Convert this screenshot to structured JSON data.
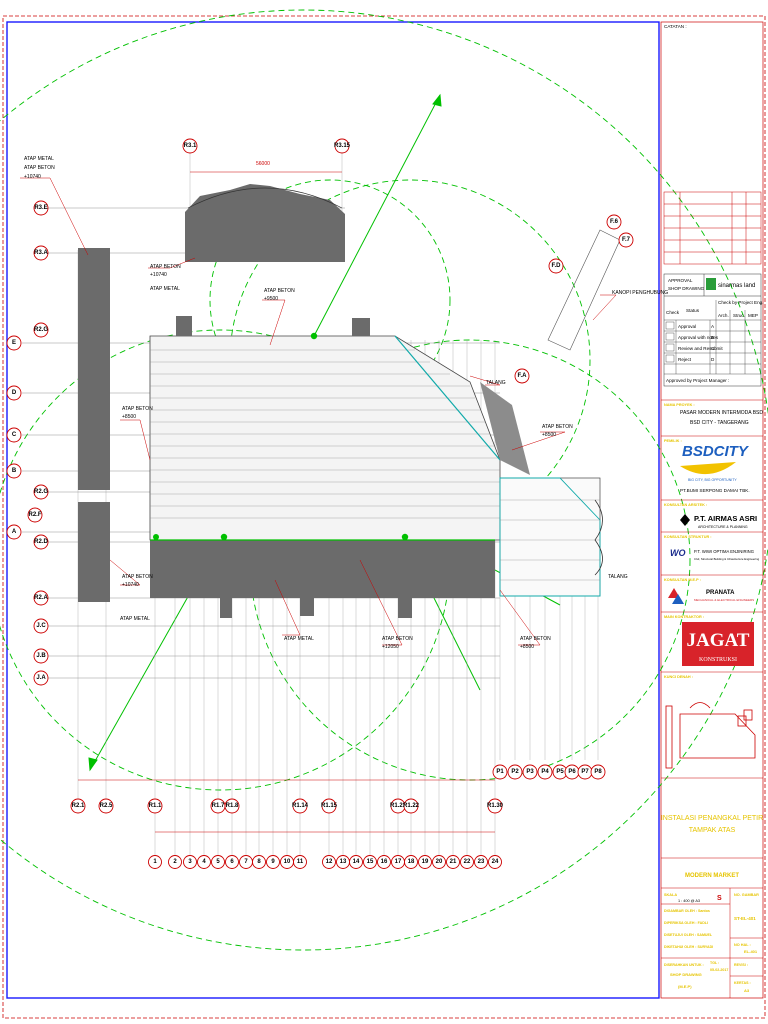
{
  "drawing": {
    "grid_bubbles_left": [
      "R3.E",
      "R3.A",
      "R2.G",
      "E",
      "D",
      "C",
      "B",
      "R2.G",
      "R2.F",
      "A",
      "R2.D",
      "R2.A",
      "J.C",
      "J.B",
      "J.A"
    ],
    "grid_bubbles_top": [
      "R3.1",
      "R3.15"
    ],
    "grid_bubbles_bottom_row1": [
      "R2.1",
      "R2.5",
      "R1.1",
      "R1.7",
      "R1.8",
      "R1.14",
      "R1.15",
      "R1.21",
      "R1.22",
      "R1.30"
    ],
    "grid_bubbles_bottom_row2": [
      "1",
      "2",
      "3",
      "4",
      "5",
      "6",
      "7",
      "8",
      "9",
      "10",
      "11",
      "12",
      "13",
      "14",
      "15",
      "16",
      "17",
      "18",
      "19",
      "20",
      "21",
      "22",
      "23",
      "24"
    ],
    "grid_bubbles_p": [
      "P1",
      "P2",
      "P3",
      "P4",
      "P5",
      "P6",
      "P7",
      "P8"
    ],
    "grid_bubbles_f": [
      "F.A",
      "F.D",
      "F.6",
      "F.7"
    ],
    "notes": {
      "atap_metal": "ATAP METAL",
      "atap_beton": "ATAP BETON",
      "elev_10740": "+10740",
      "elev_9500": "+9500",
      "elev_8500": "+8500",
      "elev_12050": "+12050",
      "talang": "TALANG",
      "kanopi": "KANOPI PENGHUBUNG",
      "top_dimension": "56000"
    }
  },
  "title_block": {
    "label_catatan": "CATATAN :",
    "approval_title": "APPROVAL\nSHOP DRAWING",
    "approval_logo": "sinarmas land",
    "check_header": "Check",
    "status_header": "Status",
    "checked_by": "Check by Project Eng.",
    "disciplines": [
      "Arch.",
      "Struc.",
      "MEP"
    ],
    "statuses": [
      {
        "label": "Approval",
        "code": "A"
      },
      {
        "label": "Approval with notes",
        "code": "B"
      },
      {
        "label": "Review and Resubmit",
        "code": "C"
      },
      {
        "label": "Reject",
        "code": "D"
      }
    ],
    "approved_by": "Approved by Project Manager :",
    "proyek_label": "NAMA PROYEK :",
    "project_name": "PASAR MODERN INTERMODA BSD",
    "project_location": "BSD CITY - TANGERANG",
    "pemilik_label": "PEMILIK :",
    "owner_logo": "BSDCITY",
    "owner_tagline": "BIG CITY, BIG OPPORTUNITY",
    "owner_name": "PT.BUMI SERPONG DAMAI TBK.",
    "arsitek_label": "KONSULTAN ARSITEK :",
    "architect": "P.T. AIRMAS ASRI",
    "architect_sub": "ARCHITECTURE & PLANNING",
    "struktur_label": "KONSULTAN STRUKTUR :",
    "structure": "P.T. WIWI OPTIMA ENJINIRING",
    "structure_sub": "Civil, Structural Building & Infrastructure Engineering",
    "mep_label": "KONSULTAN M.E.P :",
    "mep": "PRANATA",
    "mep_sub": "MECHANICAL & ELECTRICAL ENGINEERS",
    "kontraktor_label": "MAIN KONTRAKTOR :",
    "contractor": "JAGAT",
    "contractor_sub": "KONSTRUKSI",
    "kunci_label": "KUNCI DENAH :",
    "sheet_title_1": "INSTALASI PENANGKAL PETIR",
    "sheet_title_2": "TAMPAK ATAS",
    "building": "MODERN MARKET",
    "skala_label": "SKALA",
    "skala": "1 : 400 @ A3",
    "no_gambar_label": "NO. GAMBAR",
    "no_gambar": "ST-EL-401",
    "digambar": "DIGAMBAR OLEH : Santos",
    "diperiksa": "DIPERIKSA OLEH : FADLI",
    "disetujui": "DISETUJUI OLEH : SAMUEL",
    "diketahui": "DIKETAHUI OLEH : SURYADI",
    "rev_label": "REVISI :",
    "tgl_label": "TGL :",
    "tgl": "05-02-2017",
    "diserahkan": "DISERAHKAN UNTUK :",
    "shop_drawing": "SHOP DRAWING",
    "shop_code": "(M.E.P)",
    "no_hal_label": "NO HAL :",
    "no_hal": "EL-401",
    "kertas_label": "KERTAS :",
    "kertas": "A3",
    "rev_letter": "S"
  },
  "colors": {
    "frame_blue": "#1a1aff",
    "grid_red": "#cc0000",
    "protection_green": "#00c000",
    "roof_gray": "#6b6b6b",
    "owner_blue": "#1d5fbf",
    "owner_yellow": "#f2c200",
    "contractor_red": "#d8232a"
  }
}
